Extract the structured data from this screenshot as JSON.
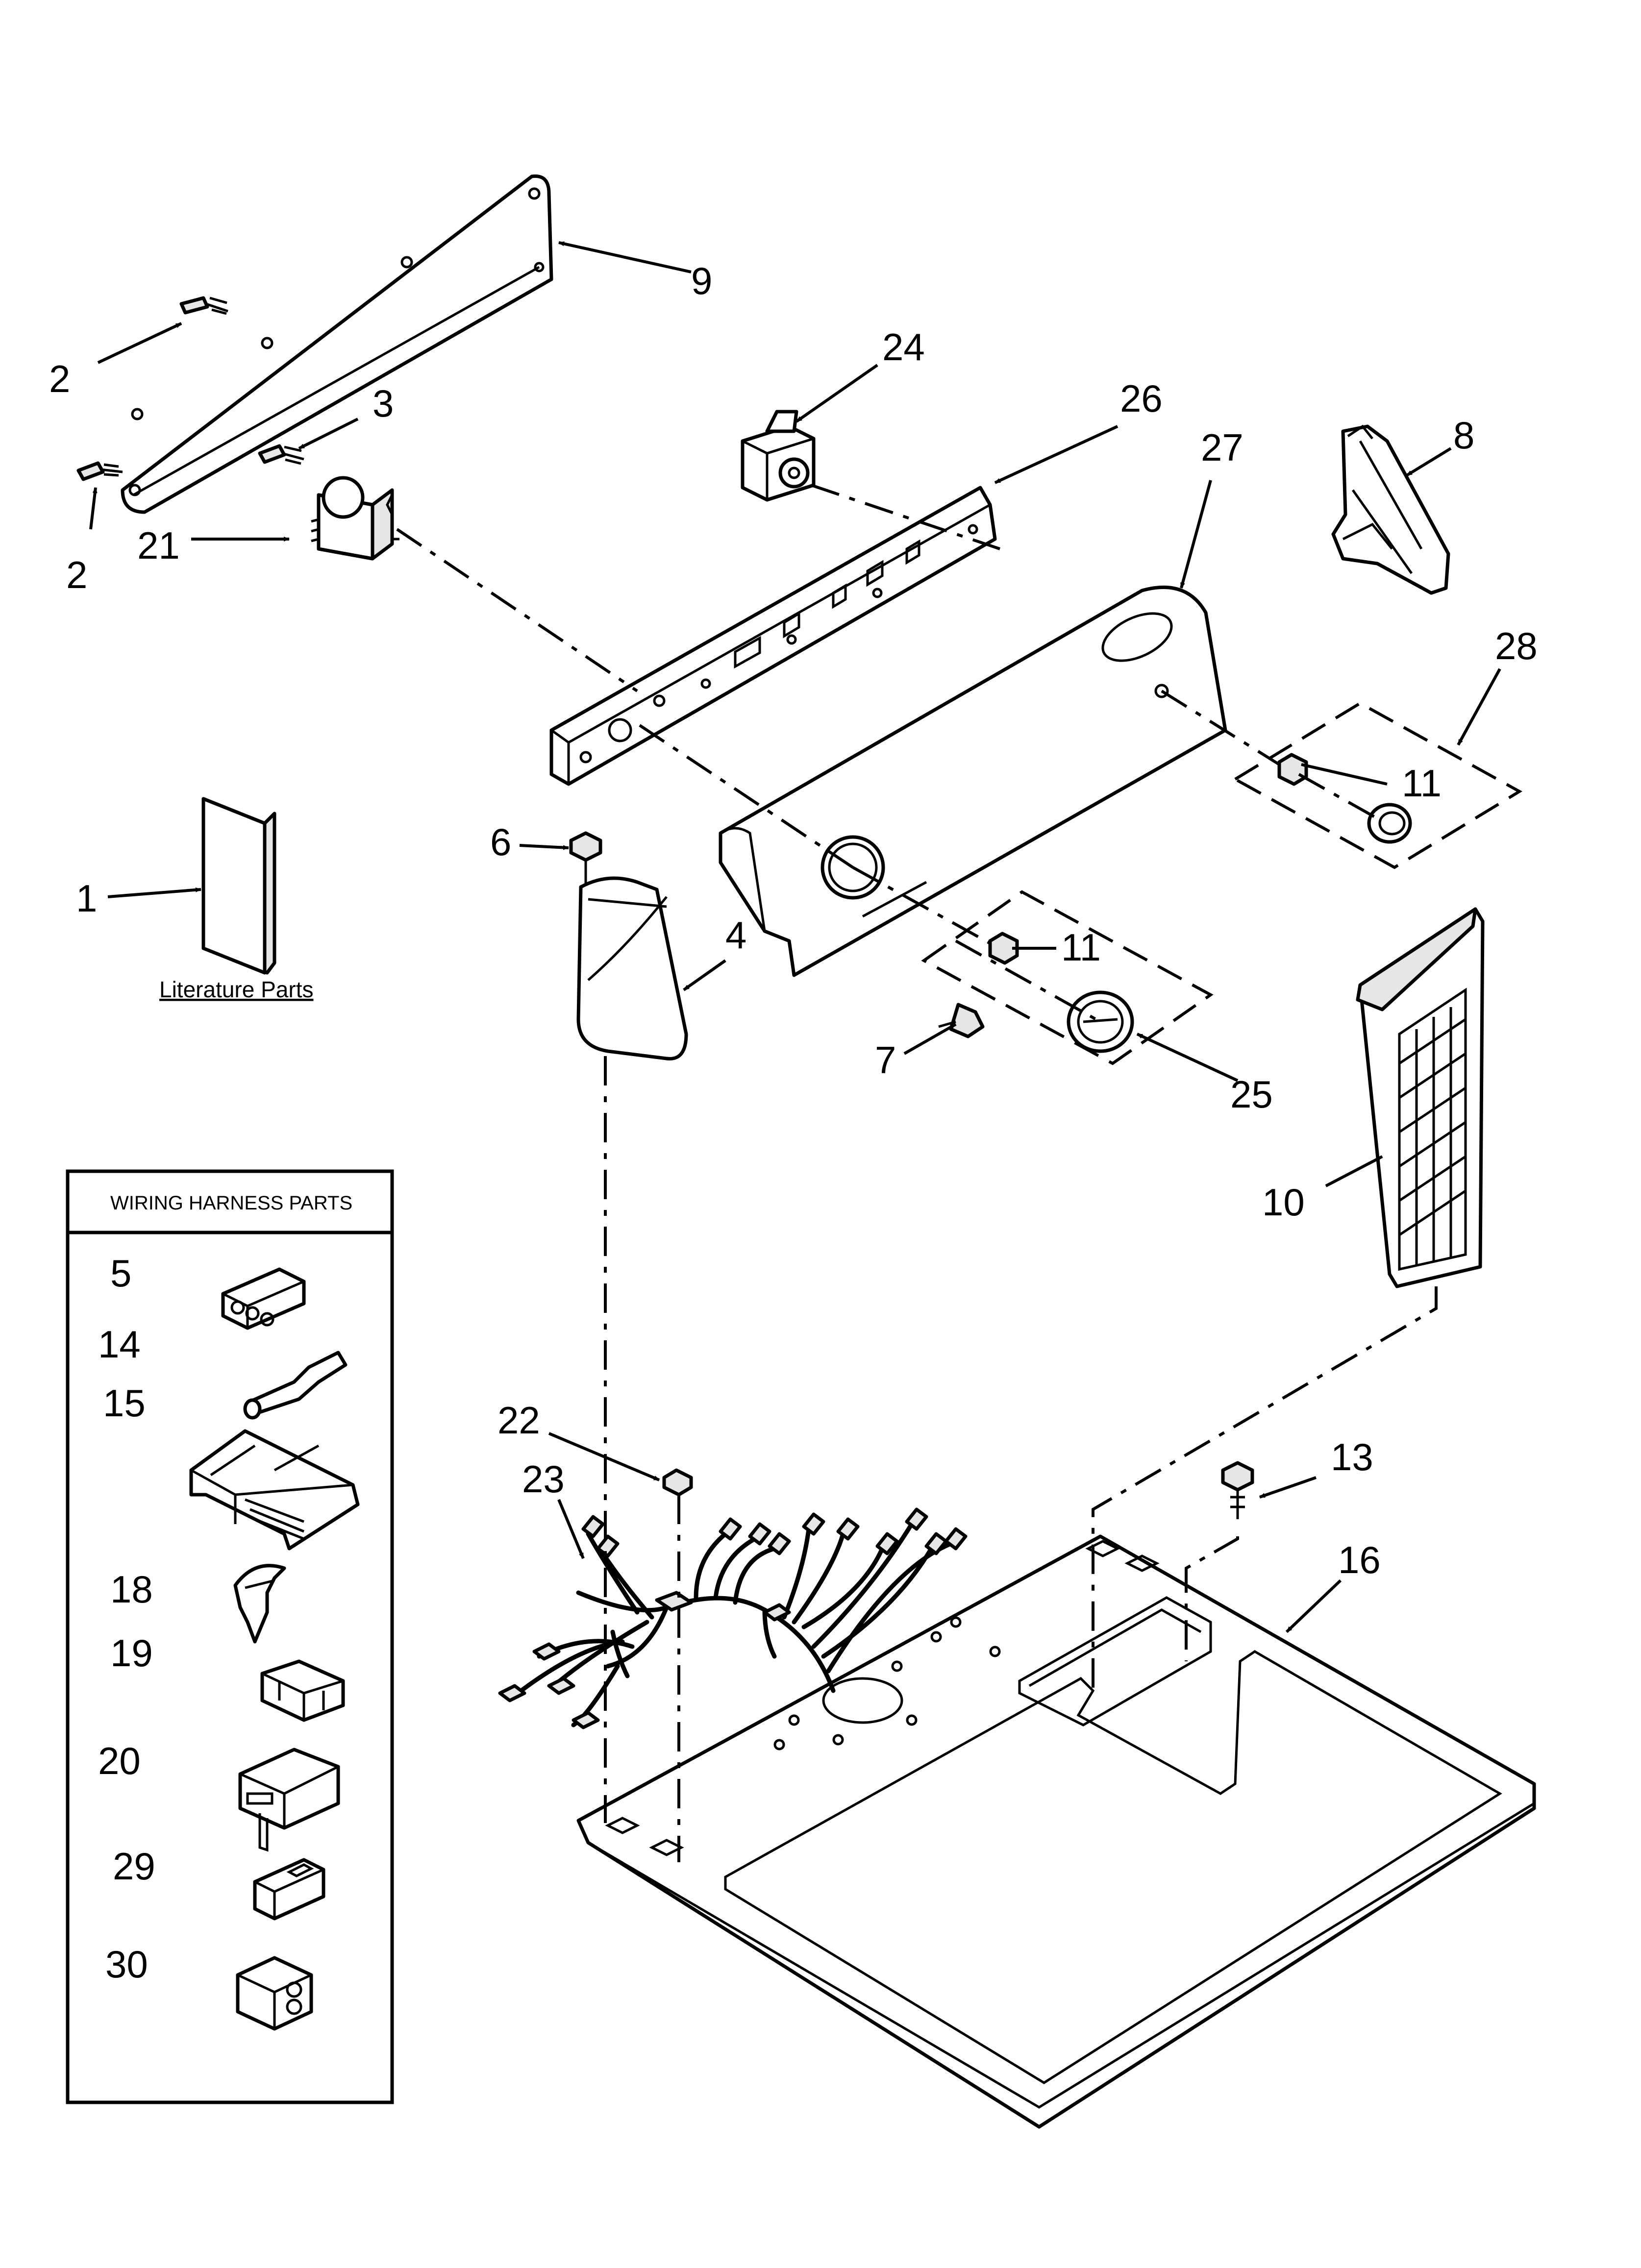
{
  "diagram": {
    "callouts": {
      "c1": "1",
      "c2a": "2",
      "c2b": "2",
      "c3": "3",
      "c4": "4",
      "c5": "5",
      "c6": "6",
      "c7": "7",
      "c8": "8",
      "c9": "9",
      "c10": "10",
      "c11a": "11",
      "c11b": "11",
      "c13": "13",
      "c14": "14",
      "c15": "15",
      "c16": "16",
      "c18": "18",
      "c19": "19",
      "c20": "20",
      "c21": "21",
      "c22": "22",
      "c23": "23",
      "c24": "24",
      "c25": "25",
      "c26": "26",
      "c27": "27",
      "c28": "28",
      "c29": "29",
      "c30": "30"
    },
    "literature_label": "Literature Parts",
    "wiring_box_title": "WIRING HARNESS PARTS"
  }
}
